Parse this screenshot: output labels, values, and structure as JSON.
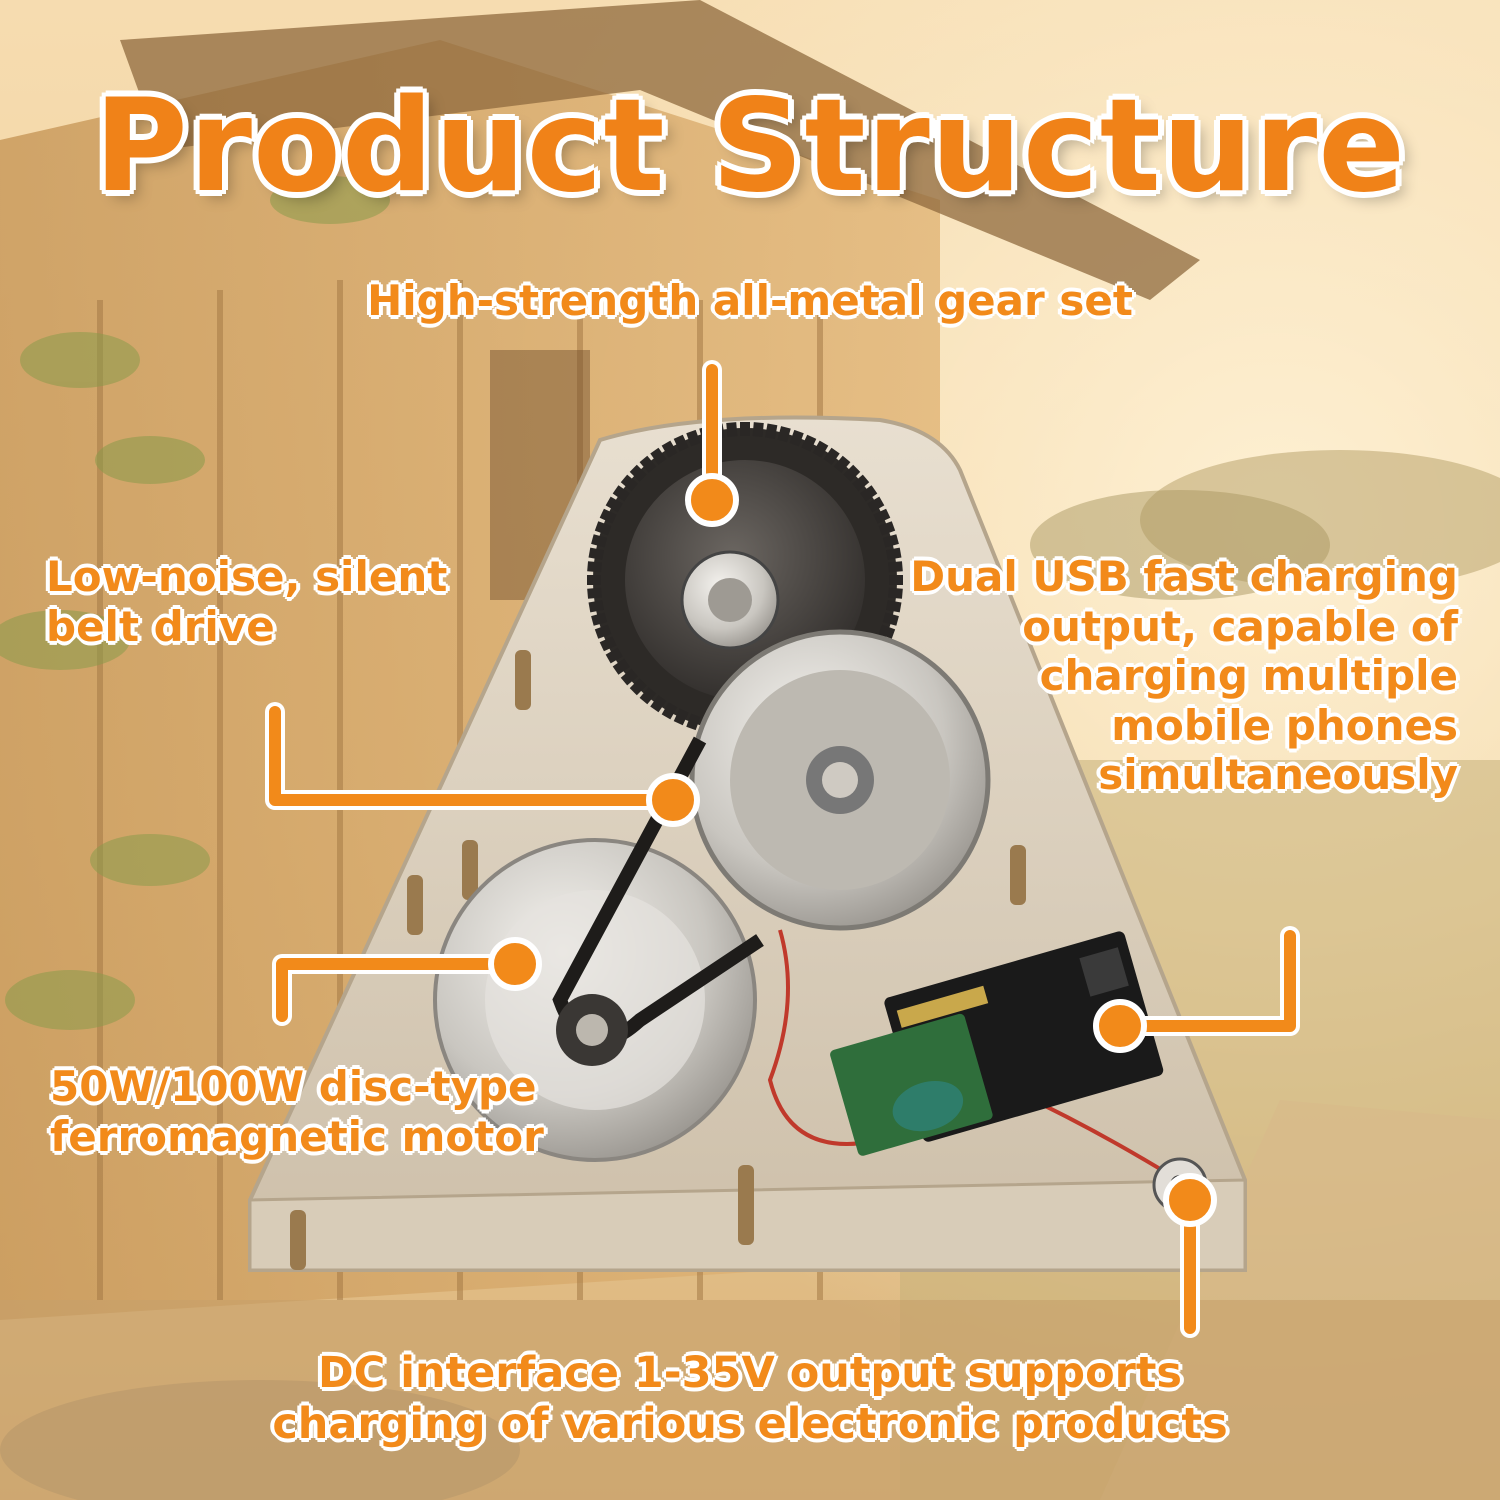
{
  "title": "Product Structure",
  "callouts": {
    "gear": "High-strength all-metal gear set",
    "belt": [
      "Low-noise, silent",
      "belt drive"
    ],
    "usb": [
      "Dual USB fast charging",
      "output, capable of",
      "charging multiple",
      "mobile phones",
      "simultaneously"
    ],
    "motor": [
      "50W/100W disc-type",
      "ferromagnetic motor"
    ],
    "dc": [
      "DC interface 1-35V output supports",
      "charging of various electronic products"
    ]
  },
  "colors": {
    "accent": "#f28a1a",
    "outline": "#ffffff"
  },
  "icons": [
    "callout-dot-icon",
    "callout-dot-icon",
    "callout-dot-icon",
    "callout-dot-icon",
    "callout-dot-icon"
  ]
}
